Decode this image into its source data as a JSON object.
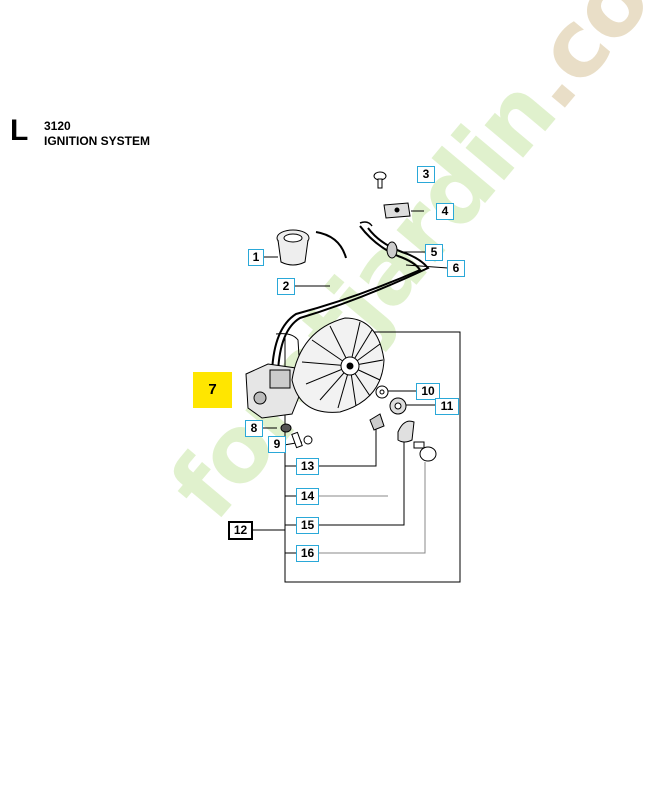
{
  "header": {
    "section_letter": "L",
    "code": "3120",
    "title": "IGNITION SYSTEM"
  },
  "callouts": {
    "c1": "1",
    "c2": "2",
    "c3": "3",
    "c4": "4",
    "c5": "5",
    "c6": "6",
    "c7": "7",
    "c8": "8",
    "c9": "9",
    "c10": "10",
    "c11": "11",
    "c12": "12",
    "c13": "13",
    "c14": "14",
    "c15": "15",
    "c16": "16"
  },
  "watermark": {
    "main": "foretjardin",
    "suffix": ".com"
  },
  "colors": {
    "callout_border": "#2aa8d8",
    "highlight": "#ffe600",
    "watermark_green": "#c8e6a6",
    "watermark_tan": "#d8c49a"
  }
}
